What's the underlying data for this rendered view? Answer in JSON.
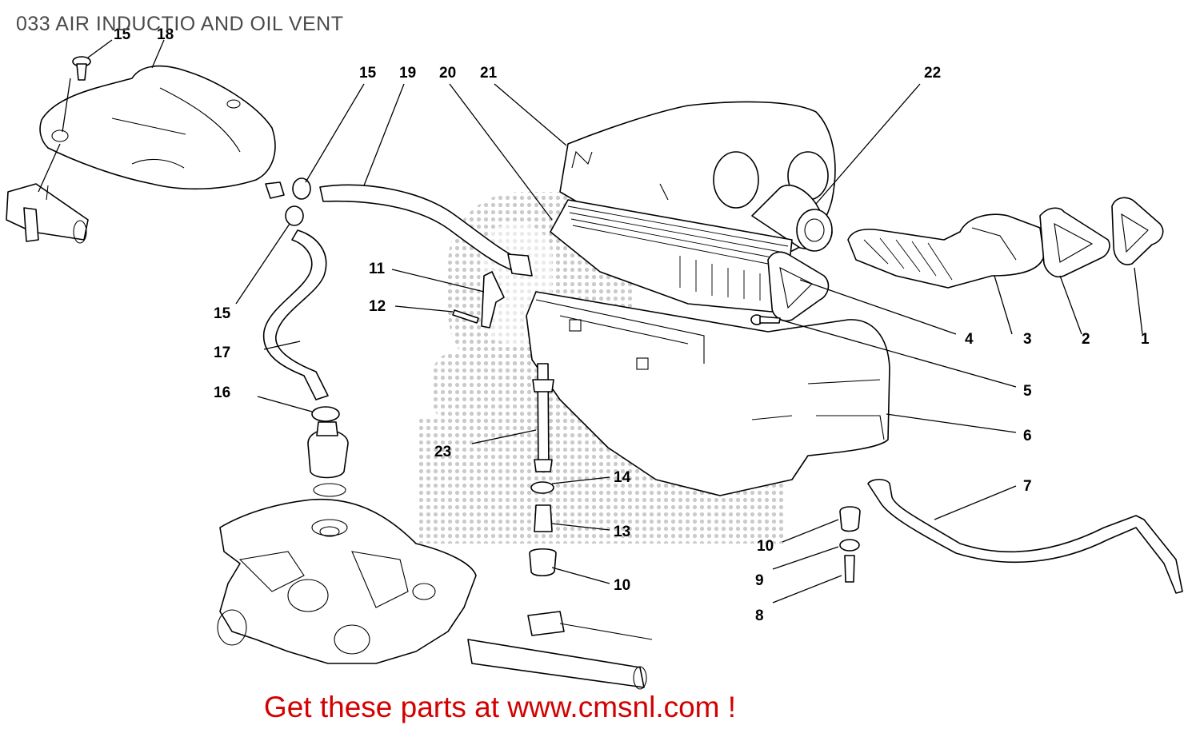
{
  "title": "033 AIR INDUCTIO AND OIL VENT",
  "footer": "Get these parts at www.cmsnl.com !",
  "watermark_color": "#c8c8c8",
  "callouts": [
    "1",
    "2",
    "3",
    "4",
    "5",
    "6",
    "7",
    "8",
    "9",
    "10",
    "10",
    "11",
    "12",
    "13",
    "14",
    "15",
    "15",
    "15",
    "16",
    "17",
    "18",
    "19",
    "20",
    "21",
    "22",
    "23"
  ]
}
